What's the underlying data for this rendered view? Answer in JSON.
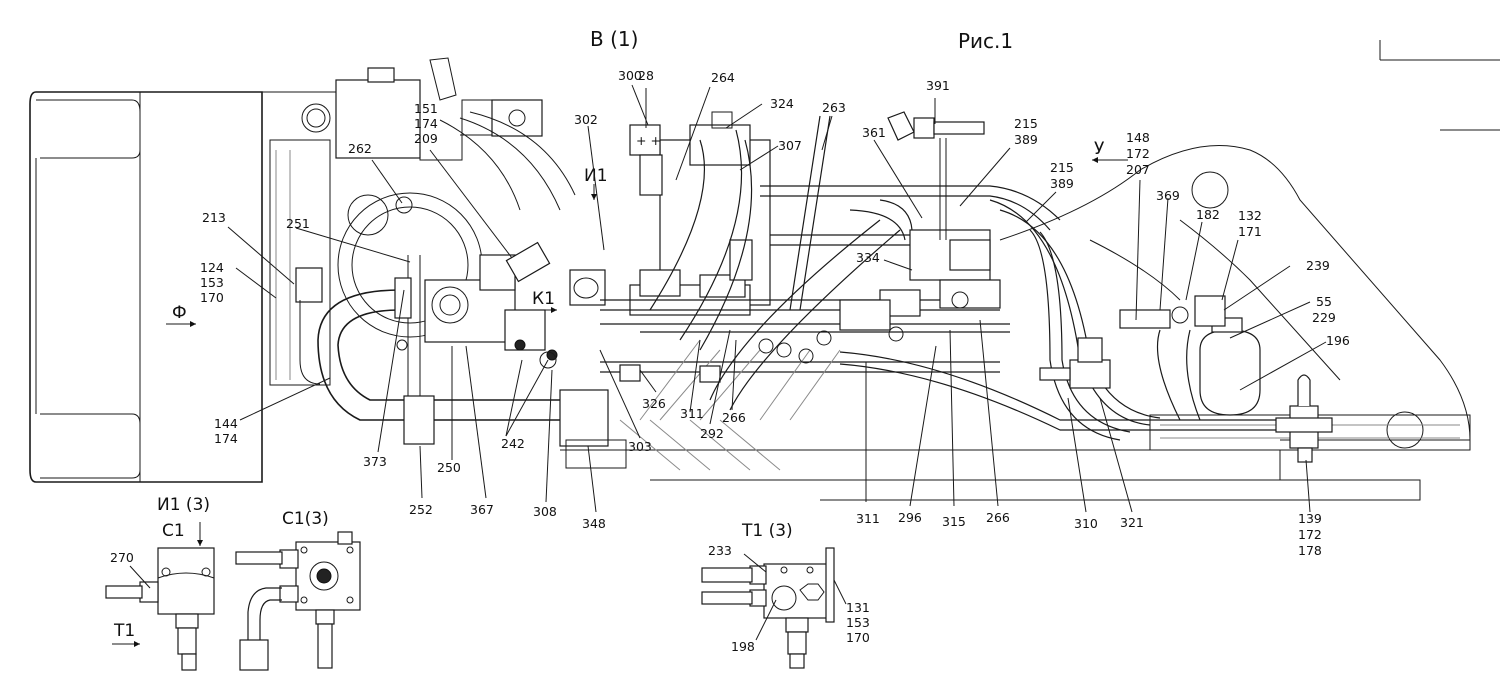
{
  "header": {
    "view_label": "В (1)",
    "figure_label": "Рис.1"
  },
  "main_view": {
    "section_labels": {
      "f": "Ф",
      "u": "У",
      "k1": "К1",
      "i1": "И1"
    },
    "callouts": [
      {
        "id": "c-213",
        "text": "213"
      },
      {
        "id": "c-124",
        "text": "124"
      },
      {
        "id": "c-153a",
        "text": "153"
      },
      {
        "id": "c-170a",
        "text": "170"
      },
      {
        "id": "c-144",
        "text": "144"
      },
      {
        "id": "c-174a",
        "text": "174"
      },
      {
        "id": "c-262",
        "text": "262"
      },
      {
        "id": "c-251",
        "text": "251"
      },
      {
        "id": "c-151",
        "text": "151"
      },
      {
        "id": "c-174b",
        "text": "174"
      },
      {
        "id": "c-209",
        "text": "209"
      },
      {
        "id": "c-300",
        "text": "300"
      },
      {
        "id": "c-28",
        "text": "28"
      },
      {
        "id": "c-264",
        "text": "264"
      },
      {
        "id": "c-302",
        "text": "302"
      },
      {
        "id": "c-324",
        "text": "324"
      },
      {
        "id": "c-307",
        "text": "307"
      },
      {
        "id": "c-263",
        "text": "263"
      },
      {
        "id": "c-391",
        "text": "391"
      },
      {
        "id": "c-361",
        "text": "361"
      },
      {
        "id": "c-215a",
        "text": "215"
      },
      {
        "id": "c-389a",
        "text": "389"
      },
      {
        "id": "c-215b",
        "text": "215"
      },
      {
        "id": "c-389b",
        "text": "389"
      },
      {
        "id": "c-148",
        "text": "148"
      },
      {
        "id": "c-172a",
        "text": "172"
      },
      {
        "id": "c-207",
        "text": "207"
      },
      {
        "id": "c-369",
        "text": "369"
      },
      {
        "id": "c-182",
        "text": "182"
      },
      {
        "id": "c-132",
        "text": "132"
      },
      {
        "id": "c-171",
        "text": "171"
      },
      {
        "id": "c-239",
        "text": "239"
      },
      {
        "id": "c-55",
        "text": "55"
      },
      {
        "id": "c-229",
        "text": "229"
      },
      {
        "id": "c-196",
        "text": "196"
      },
      {
        "id": "c-334",
        "text": "334"
      },
      {
        "id": "c-373",
        "text": "373"
      },
      {
        "id": "c-250",
        "text": "250"
      },
      {
        "id": "c-242",
        "text": "242"
      },
      {
        "id": "c-252",
        "text": "252"
      },
      {
        "id": "c-367",
        "text": "367"
      },
      {
        "id": "c-308",
        "text": "308"
      },
      {
        "id": "c-348",
        "text": "348"
      },
      {
        "id": "c-303",
        "text": "303"
      },
      {
        "id": "c-326",
        "text": "326"
      },
      {
        "id": "c-311a",
        "text": "311"
      },
      {
        "id": "c-266a",
        "text": "266"
      },
      {
        "id": "c-292",
        "text": "292"
      },
      {
        "id": "c-311b",
        "text": "311"
      },
      {
        "id": "c-296",
        "text": "296"
      },
      {
        "id": "c-315",
        "text": "315"
      },
      {
        "id": "c-266b",
        "text": "266"
      },
      {
        "id": "c-310",
        "text": "310"
      },
      {
        "id": "c-321",
        "text": "321"
      },
      {
        "id": "c-139",
        "text": "139"
      },
      {
        "id": "c-172b",
        "text": "172"
      },
      {
        "id": "c-178",
        "text": "178"
      }
    ]
  },
  "detail_i1": {
    "title": "И1 (3)",
    "c1_label": "С1",
    "t1_label": "Т1",
    "callout_270": "270"
  },
  "detail_c1": {
    "title": "С1(3)"
  },
  "detail_t1": {
    "title": "Т1 (3)",
    "callouts": [
      {
        "id": "t-233",
        "text": "233"
      },
      {
        "id": "t-131",
        "text": "131"
      },
      {
        "id": "t-153",
        "text": "153"
      },
      {
        "id": "t-170",
        "text": "170"
      },
      {
        "id": "t-198",
        "text": "198"
      }
    ]
  }
}
